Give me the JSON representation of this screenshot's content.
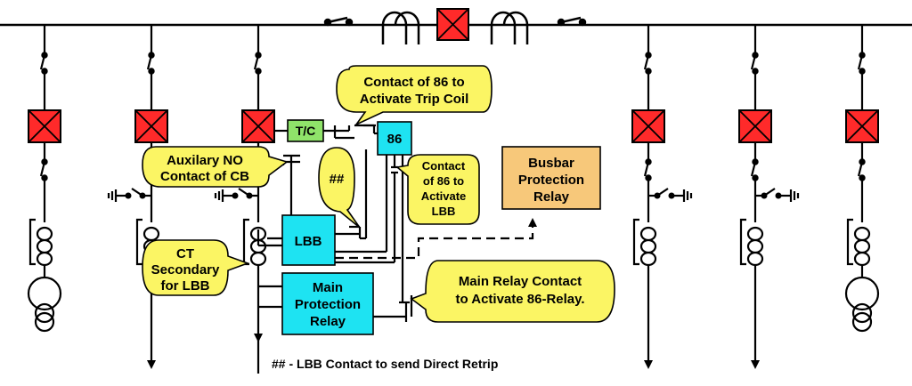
{
  "colors": {
    "breaker": "#ff2a2a",
    "tc_box": "#8fe36a",
    "relay_box": "#1ee3f2",
    "busbar_relay": "#f7c87a",
    "callout": "#fbf564",
    "line": "#000000"
  },
  "boxes": {
    "tc": "T/C",
    "relay86": "86",
    "lbb": "LBB",
    "main_relay": [
      "Main",
      "Protection",
      "Relay"
    ],
    "busbar_relay": [
      "Busbar",
      "Protection",
      "Relay"
    ]
  },
  "callouts": {
    "trip_coil": [
      "Contact of 86 to",
      "Activate Trip Coil"
    ],
    "aux_no": [
      "Auxilary NO",
      "Contact of CB"
    ],
    "hash": "##",
    "activate_lbb": [
      "Contact",
      "of 86 to",
      "Activate",
      "LBB"
    ],
    "ct_secondary": [
      "CT",
      "Secondary",
      "for LBB"
    ],
    "main_contact": [
      "Main Relay Contact",
      "to Activate 86-Relay."
    ]
  },
  "footnote": "## - LBB Contact to send Direct Retrip"
}
